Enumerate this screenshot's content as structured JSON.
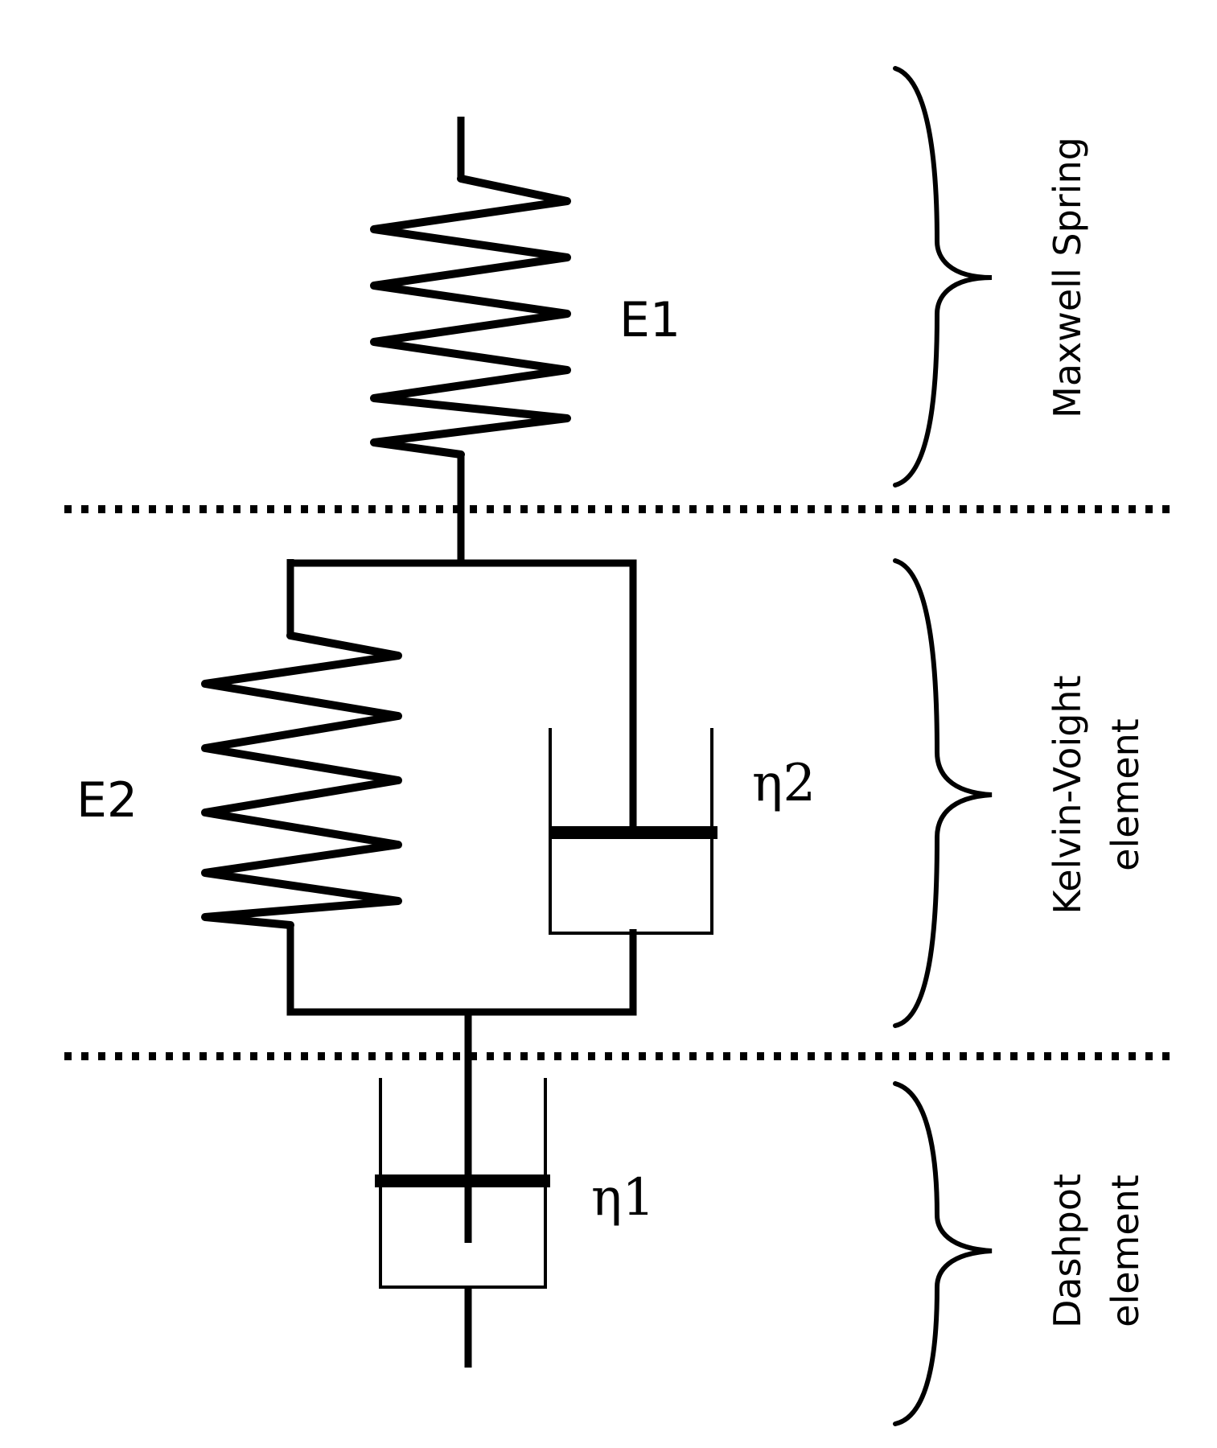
{
  "elements": {
    "e1": "E1",
    "e2": "E2",
    "eta2": "η2",
    "eta1": "η1"
  },
  "sections": {
    "maxwell": "Maxwell Spring",
    "kelvin_line1": "Kelvin-Voight",
    "kelvin_line2": "element",
    "dashpot_line1": "Dashpot",
    "dashpot_line2": "element"
  }
}
